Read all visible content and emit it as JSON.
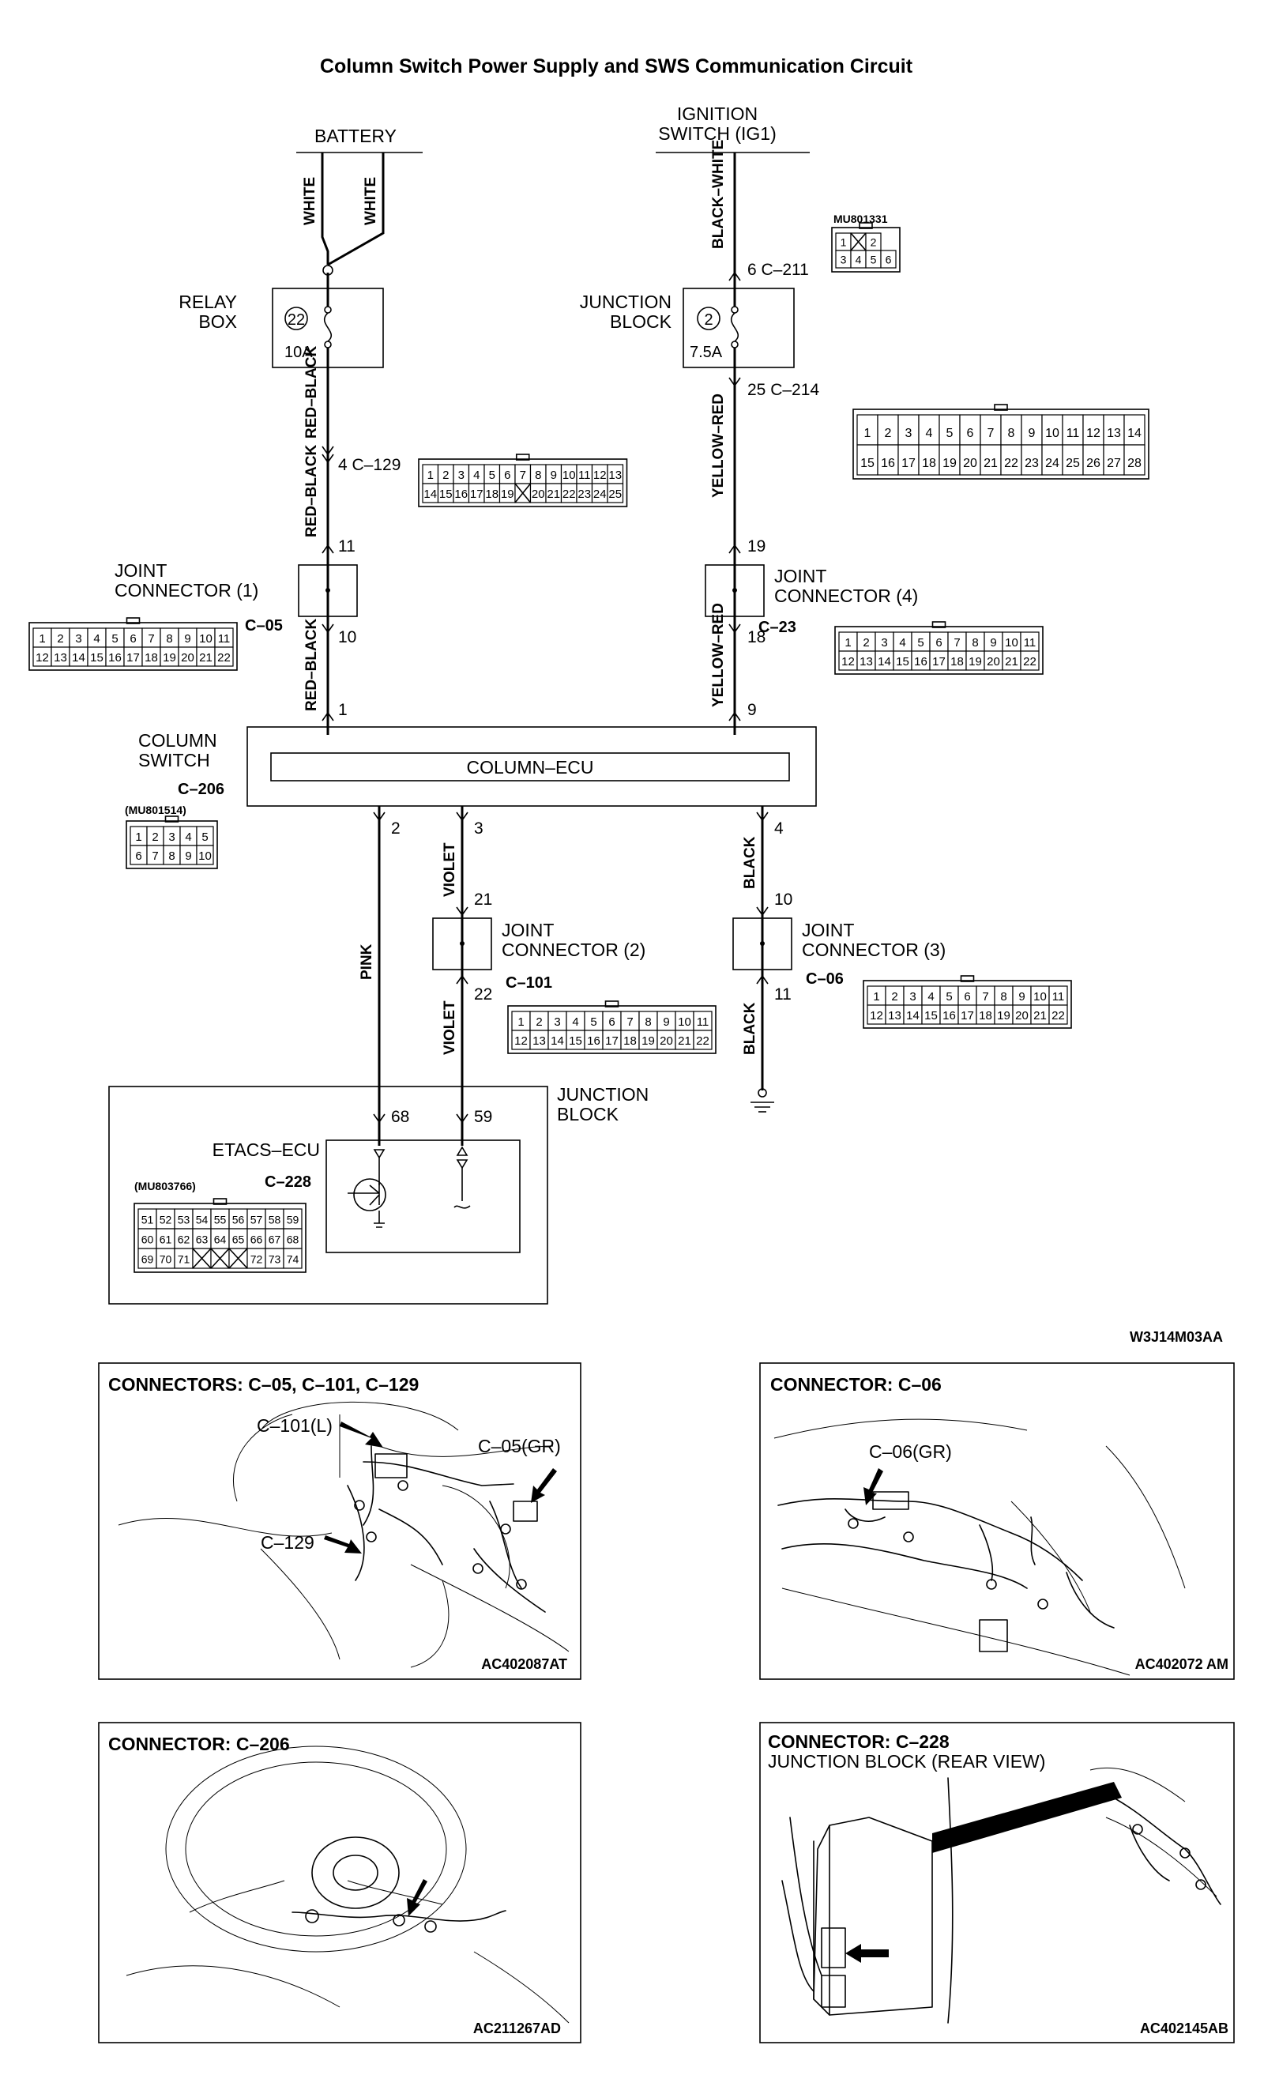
{
  "title": "Column Switch Power Supply and SWS Communication Circuit",
  "figure_code": "W3J14M03AA",
  "battery": {
    "label": "BATTERY",
    "wires": [
      "WHITE",
      "WHITE"
    ]
  },
  "relay_box": {
    "label_line1": "RELAY",
    "label_line2": "BOX",
    "fuse_no": "22",
    "fuse_amp": "10A",
    "wire_out": "RED–BLACK"
  },
  "c129": {
    "pin_label": "4 C–129",
    "cells_row1": [
      "1",
      "2",
      "3",
      "4",
      "5",
      "6",
      "7",
      "8",
      "9",
      "10",
      "11",
      "12",
      "13"
    ],
    "cells_row2": [
      "14",
      "15",
      "16",
      "17",
      "18",
      "19",
      "",
      "20",
      "21",
      "22",
      "23",
      "24",
      "25"
    ],
    "wire_out": "RED–BLACK"
  },
  "joint1": {
    "label_line1": "JOINT",
    "label_line2": "CONNECTOR (1)",
    "code": "C–05",
    "pin_in": "11",
    "pin_out": "10",
    "cells_row1": [
      "1",
      "2",
      "3",
      "4",
      "5",
      "6",
      "7",
      "8",
      "9",
      "10",
      "11"
    ],
    "cells_row2": [
      "12",
      "13",
      "14",
      "15",
      "16",
      "17",
      "18",
      "19",
      "20",
      "21",
      "22"
    ],
    "wire_out": "RED–BLACK"
  },
  "ignition": {
    "label_line1": "IGNITION",
    "label_line2": "SWITCH (IG1)",
    "wire": "BLACK–WHITE"
  },
  "c211": {
    "pin_label": "6 C–211",
    "part_no": "MU801331",
    "cells_row1": [
      "1",
      "",
      "2"
    ],
    "cells_row2": [
      "3",
      "4",
      "5",
      "6"
    ]
  },
  "junction_block_top": {
    "label_line1": "JUNCTION",
    "label_line2": "BLOCK",
    "fuse_no": "2",
    "fuse_amp": "7.5A"
  },
  "c214": {
    "pin_label": "25 C–214",
    "cells_row1": [
      "1",
      "2",
      "3",
      "4",
      "5",
      "6",
      "7",
      "8",
      "9",
      "10",
      "11",
      "12",
      "13",
      "14"
    ],
    "cells_row2": [
      "15",
      "16",
      "17",
      "18",
      "19",
      "20",
      "21",
      "22",
      "23",
      "24",
      "25",
      "26",
      "27",
      "28"
    ],
    "wire_out": "YELLOW–RED"
  },
  "joint4": {
    "label_line1": "JOINT",
    "label_line2": "CONNECTOR (4)",
    "code": "C–23",
    "pin_in": "19",
    "pin_out": "18",
    "cells_row1": [
      "1",
      "2",
      "3",
      "4",
      "5",
      "6",
      "7",
      "8",
      "9",
      "10",
      "11"
    ],
    "cells_row2": [
      "12",
      "13",
      "14",
      "15",
      "16",
      "17",
      "18",
      "19",
      "20",
      "21",
      "22"
    ],
    "wire_out": "YELLOW–RED"
  },
  "column_switch": {
    "label_line1": "COLUMN",
    "label_line2": "SWITCH",
    "code": "C–206",
    "ecu_label": "COLUMN–ECU",
    "part_no": "(MU801514)",
    "pin_left_top": "1",
    "pin_right_top": "9",
    "pin_bottom_1": "2",
    "pin_bottom_2": "3",
    "pin_bottom_3": "4",
    "cells_row1": [
      "1",
      "2",
      "3",
      "4",
      "5"
    ],
    "cells_row2": [
      "6",
      "7",
      "8",
      "9",
      "10"
    ]
  },
  "wires_bottom": {
    "pink": "PINK",
    "violet1": "VIOLET",
    "violet2": "VIOLET",
    "black1": "BLACK",
    "black2": "BLACK"
  },
  "joint2": {
    "label_line1": "JOINT",
    "label_line2": "CONNECTOR (2)",
    "code": "C–101",
    "pin_in": "21",
    "pin_out": "22",
    "cells_row1": [
      "1",
      "2",
      "3",
      "4",
      "5",
      "6",
      "7",
      "8",
      "9",
      "10",
      "11"
    ],
    "cells_row2": [
      "12",
      "13",
      "14",
      "15",
      "16",
      "17",
      "18",
      "19",
      "20",
      "21",
      "22"
    ]
  },
  "joint3": {
    "label_line1": "JOINT",
    "label_line2": "CONNECTOR (3)",
    "code": "C–06",
    "pin_in": "10",
    "pin_out": "11",
    "cells_row1": [
      "1",
      "2",
      "3",
      "4",
      "5",
      "6",
      "7",
      "8",
      "9",
      "10",
      "11"
    ],
    "cells_row2": [
      "12",
      "13",
      "14",
      "15",
      "16",
      "17",
      "18",
      "19",
      "20",
      "21",
      "22"
    ]
  },
  "junction_block_bottom": {
    "label_line1": "JUNCTION",
    "label_line2": "BLOCK",
    "ecu_label": "ETACS–ECU",
    "code": "C–228",
    "part_no": "(MU803766)",
    "pin_a": "68",
    "pin_b": "59",
    "cells_row1": [
      "51",
      "52",
      "53",
      "54",
      "55",
      "56",
      "57",
      "58",
      "59"
    ],
    "cells_row2": [
      "60",
      "61",
      "62",
      "63",
      "64",
      "65",
      "66",
      "67",
      "68"
    ],
    "cells_row3": [
      "69",
      "70",
      "71",
      "",
      "",
      "",
      "72",
      "73",
      "74"
    ]
  },
  "panels": [
    {
      "title": "CONNECTORS: C–05, C–101, C–129",
      "callouts": [
        "C–101(L)",
        "C–05(GR)",
        "C–129"
      ],
      "code": "AC402087AT"
    },
    {
      "title": "CONNECTOR: C–06",
      "callouts": [
        "C–06(GR)"
      ],
      "code": "AC402072 AM"
    },
    {
      "title": "CONNECTOR: C–206",
      "callouts": [],
      "code": "AC211267AD"
    },
    {
      "title": "CONNECTOR: C–228",
      "subtitle": "JUNCTION BLOCK (REAR VIEW)",
      "callouts": [],
      "code": "AC402145AB"
    }
  ]
}
